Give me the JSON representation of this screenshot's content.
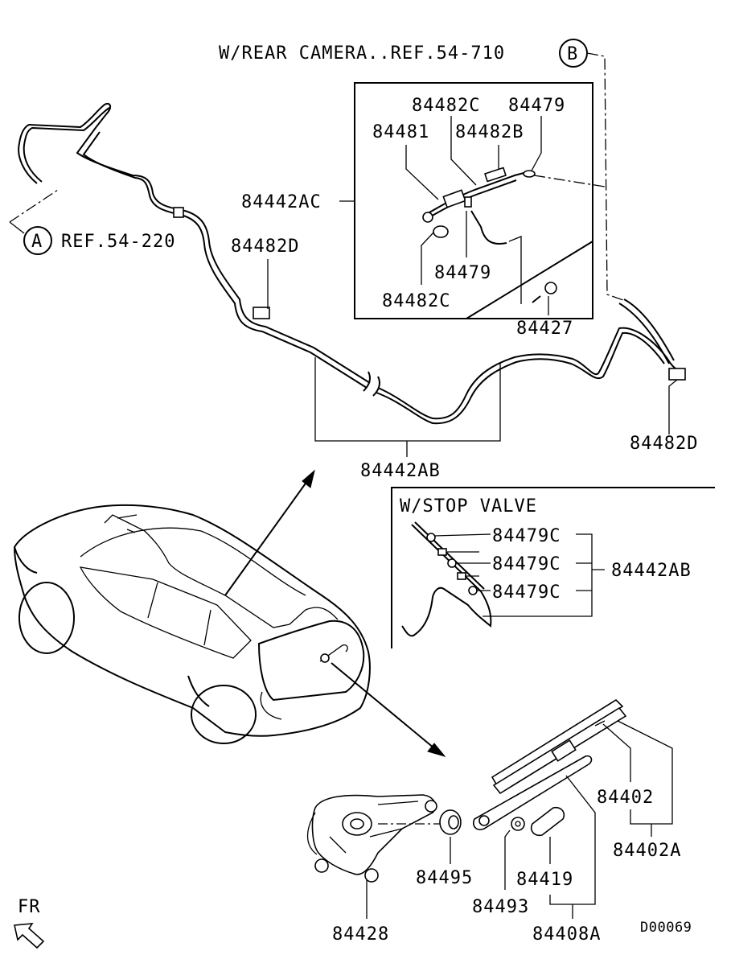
{
  "diagram_code": "D00069",
  "direction_label": "FR",
  "ref_a": {
    "letter": "A",
    "text": "REF.54-220"
  },
  "ref_b": {
    "letter": "B",
    "text": "W/REAR CAMERA..REF.54-710"
  },
  "stop_valve_title": "W/STOP VALVE",
  "labels": {
    "p84482C_top": "84482C",
    "p84479_top": "84479",
    "p84481": "84481",
    "p84482B": "84482B",
    "p84442AC": "84442AC",
    "p84482D_left": "84482D",
    "p84479_mid": "84479",
    "p84482C_bottom": "84482C",
    "p84427": "84427",
    "p84482D_right": "84482D",
    "p84442AB_main": "84442AB",
    "p84479C_1": "84479C",
    "p84479C_2": "84479C",
    "p84479C_3": "84479C",
    "p84442AB_valve": "84442AB",
    "p84402": "84402",
    "p84402A": "84402A",
    "p84495": "84495",
    "p84419": "84419",
    "p84493": "84493",
    "p84408A": "84408A",
    "p84428": "84428"
  }
}
